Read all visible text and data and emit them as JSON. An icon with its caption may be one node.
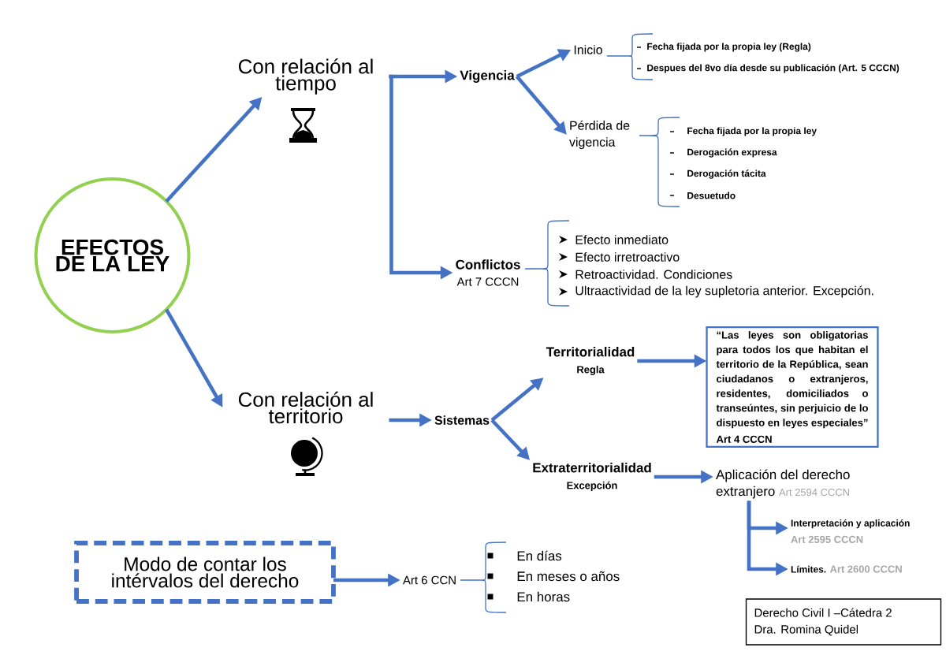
{
  "diagram": {
    "nodes": [
      {
        "text": [
          "EFECTOS DE LA LEY"
        ]
      },
      {
        "text": [
          "Con relación al tiempo"
        ]
      },
      {
        "text": [
          "Con relación al territorio"
        ]
      },
      {
        "text": [
          "Vigencia"
        ]
      },
      {
        "text": [
          "Conflictos",
          "Art 7 CCCN"
        ]
      },
      {
        "text": [
          "Inicio"
        ]
      },
      {
        "text": [
          "Pérdida de vigencia"
        ]
      },
      {
        "text": [
          "Sistemas"
        ]
      },
      {
        "text": [
          "Territorialidad",
          "Regla"
        ]
      },
      {
        "text": [
          "Extraterritorialidad",
          "Excepción"
        ]
      },
      {
        "text": [
          "“Las leyes son obligatorias para todos los que habitan el territorio de la República, sean ciudadanos o extranjeros, residentes, domiciliados o transeúntes, sin perjuicio de lo dispuesto en leyes especiales”",
          "Art 4 CCCN"
        ]
      },
      {
        "text": [
          "Aplicación del derecho extranjero",
          "Art 2594 CCCN"
        ]
      },
      {
        "text": [
          "Interpretación y aplicación",
          "Art 2595 CCCN"
        ]
      },
      {
        "text": [
          "Límites.",
          "Art 2600 CCCN"
        ]
      },
      {
        "text": [
          "Modo de contar los intérvalos del derecho"
        ]
      },
      {
        "text": [
          "Art 6 CCN"
        ]
      },
      {
        "text": [
          "Derecho Civil I –Cátedra 2",
          "Dra. Romina Quidel"
        ]
      }
    ],
    "edges": [
      {
        "from": 0,
        "to": 1,
        "arrow": "to"
      },
      {
        "from": 0,
        "to": 2,
        "arrow": "to"
      },
      {
        "from": 1,
        "to": 3,
        "arrow": "to"
      },
      {
        "from": 1,
        "to": 4,
        "arrow": "to"
      },
      {
        "from": 3,
        "to": 5,
        "arrow": "to"
      },
      {
        "from": 3,
        "to": 6,
        "arrow": "to"
      },
      {
        "from": 2,
        "to": 7,
        "arrow": "to"
      },
      {
        "from": 7,
        "to": 8,
        "arrow": "to"
      },
      {
        "from": 7,
        "to": 9,
        "arrow": "to"
      },
      {
        "from": 8,
        "to": 10,
        "arrow": "to"
      },
      {
        "from": 9,
        "to": 11,
        "arrow": "to"
      },
      {
        "from": 11,
        "to": 12,
        "arrow": "to"
      },
      {
        "from": 11,
        "to": 13,
        "arrow": "to"
      },
      {
        "from": 14,
        "to": 15,
        "arrow": "to"
      }
    ],
    "labels": [
      "Fecha fijada por la propia ley (Regla)",
      "Despues del 8vo día desde su publicación (Art. 5 CCCN)",
      "Fecha fijada por la propia ley",
      "Derogación expresa",
      "Derogación tácita",
      "Desuetudo",
      "Efecto inmediato",
      "Efecto irretroactivo",
      "Retroactividad. Condiciones",
      "Ultraactividad de la ley supletoria anterior. Excepción.",
      "En días",
      "En meses o años",
      "En horas"
    ]
  }
}
